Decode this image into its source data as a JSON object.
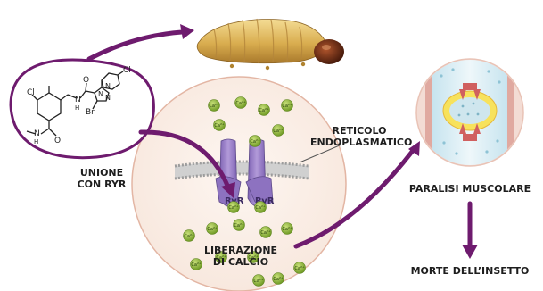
{
  "labels": {
    "binding_line1": "UNIONE",
    "binding_line2": "CON RYR",
    "er_line1": "RETICOLO",
    "er_line2": "ENDOPLASMATICO",
    "release_line1": "LIBERAZIONE",
    "release_line2": "DI CALCIO",
    "paralysis": "PARALISI MUSCOLARE",
    "death": "MORTE DELL’INSETTO"
  },
  "receptor_labels": [
    "RyR",
    "RyR"
  ],
  "chem_atoms": {
    "cl_left": "Cl",
    "cl_right": "Cl",
    "br": "Br",
    "n_amide": "N",
    "n_amide_h": "H",
    "n_pyr1": "N",
    "n_pyr2": "N",
    "n_pyridine": "N",
    "o_top": "O",
    "o_bottom": "O",
    "n_bottom": "N",
    "n_bottom_h": "H"
  },
  "ion_label": "Ca²⁺",
  "colors": {
    "arrow": "#6e1b6e",
    "receptor": "#9a7cc4",
    "receptor_dark": "#6b4f99",
    "ion": "#8db83a",
    "membrane": "#b9b9b9",
    "cell_border": "#e6bfae",
    "larva": "#e6c36a"
  },
  "icons": [
    "larva-image",
    "chemical-structure",
    "ryanodine-receptor",
    "calcium-ion",
    "muscle-fiber"
  ]
}
